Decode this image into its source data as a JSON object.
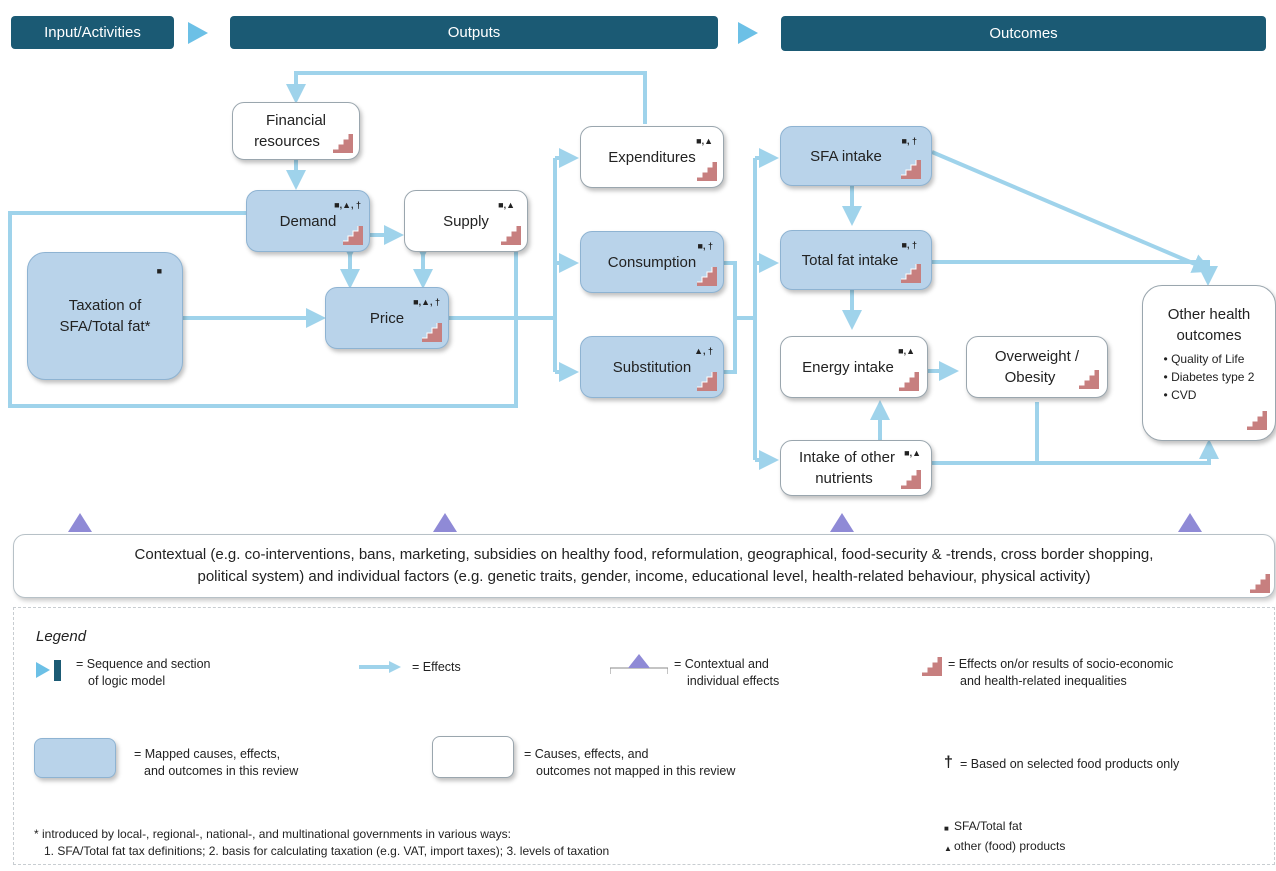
{
  "headers": {
    "input": "Input/Activities",
    "outputs": "Outputs",
    "outcomes": "Outcomes"
  },
  "boxes": {
    "taxation": {
      "line1": "Taxation of",
      "line2": "SFA/Total fat*",
      "marks": "■"
    },
    "financial": {
      "line1": "Financial",
      "line2": "resources"
    },
    "demand": {
      "label": "Demand",
      "marks": "■,▲, †"
    },
    "supply": {
      "label": "Supply",
      "marks": "■,▲"
    },
    "price": {
      "label": "Price",
      "marks": "■,▲, †"
    },
    "expenditures": {
      "label": "Expenditures",
      "marks": "■,▲"
    },
    "consumption": {
      "label": "Consumption",
      "marks": "■, †"
    },
    "substitution": {
      "label": "Substitution",
      "marks": "▲, †"
    },
    "sfa_intake": {
      "label": "SFA intake",
      "marks": "■, †"
    },
    "total_fat_intake": {
      "label": "Total fat intake",
      "marks": "■, †"
    },
    "energy_intake": {
      "label": "Energy intake",
      "marks": "■,▲"
    },
    "other_nutrients": {
      "line1": "Intake of other",
      "line2": "nutrients",
      "marks": "■,▲"
    },
    "overweight": {
      "line1": "Overweight /",
      "line2": "Obesity"
    },
    "other_health": {
      "line1": "Other health",
      "line2": "outcomes",
      "items": [
        "• Quality of Life",
        "• Diabetes type 2",
        "• CVD"
      ]
    }
  },
  "context": {
    "line1": "Contextual (e.g. co-interventions, bans, marketing, subsidies on healthy food, reformulation, geographical, food-security & -trends, cross border shopping,",
    "line2": "political system) and individual factors (e.g. genetic traits, gender, income, educational level, health-related behaviour, physical activity)"
  },
  "legend": {
    "title": "Legend",
    "sequence": [
      "= Sequence and section",
      "of logic model"
    ],
    "effects": "= Effects",
    "contextual": [
      "= Contextual and",
      "individual effects"
    ],
    "inequalities": [
      "= Effects on/or results of socio-economic",
      "and health-related  inequalities"
    ],
    "mapped": [
      "= Mapped causes, effects,",
      "and outcomes in this review"
    ],
    "unmapped": [
      "= Causes, effects,  and",
      "outcomes not mapped in this review"
    ],
    "dagger": "= Based on selected food products only",
    "dagger_symbol": "†",
    "note": [
      "* introduced by local-, regional-, national-, and multinational governments  in various ways:",
      "1. SFA/Total fat tax definitions;  2. basis for calculating taxation (e.g. VAT, import taxes);  3. levels of taxation"
    ],
    "square_key": "SFA/Total fat",
    "triangle_key": "other (food) products",
    "square_symbol": "■",
    "triangle_symbol": "▲"
  },
  "colors": {
    "header": "#1b5a74",
    "arrow": "#9fd3eb",
    "mapped_fill": "#b9d3ea",
    "triangle": "#8f8ad6",
    "stair": "#c77f7f"
  }
}
